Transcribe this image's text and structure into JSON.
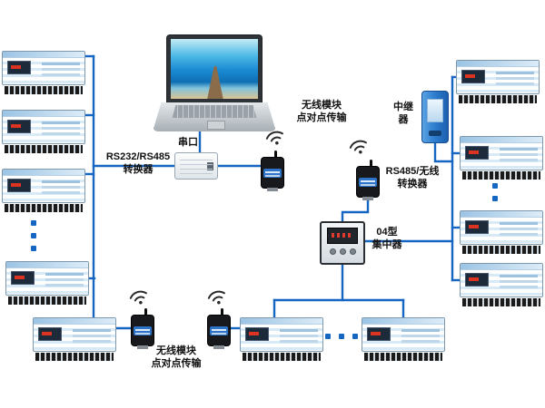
{
  "labels": {
    "serial_port": "串口",
    "rs232_converter": "RS232/RS485\n转换器",
    "wireless_p2p_top": "无线模块\n点对点传输",
    "rs485_wireless_converter": "RS485/无线\n转换器",
    "repeater": "中继器",
    "concentrator": "04型\n集中器",
    "wireless_p2p_bottom": "无线模块\n点对点传输"
  },
  "colors": {
    "line_color": "#1566c2",
    "label_color": "#111111",
    "module_color": "#17191c",
    "module_band_color": "#2d74c8",
    "repeater_color": "#2f7fd0",
    "meter_stripe_color": "#d9eaf7"
  }
}
